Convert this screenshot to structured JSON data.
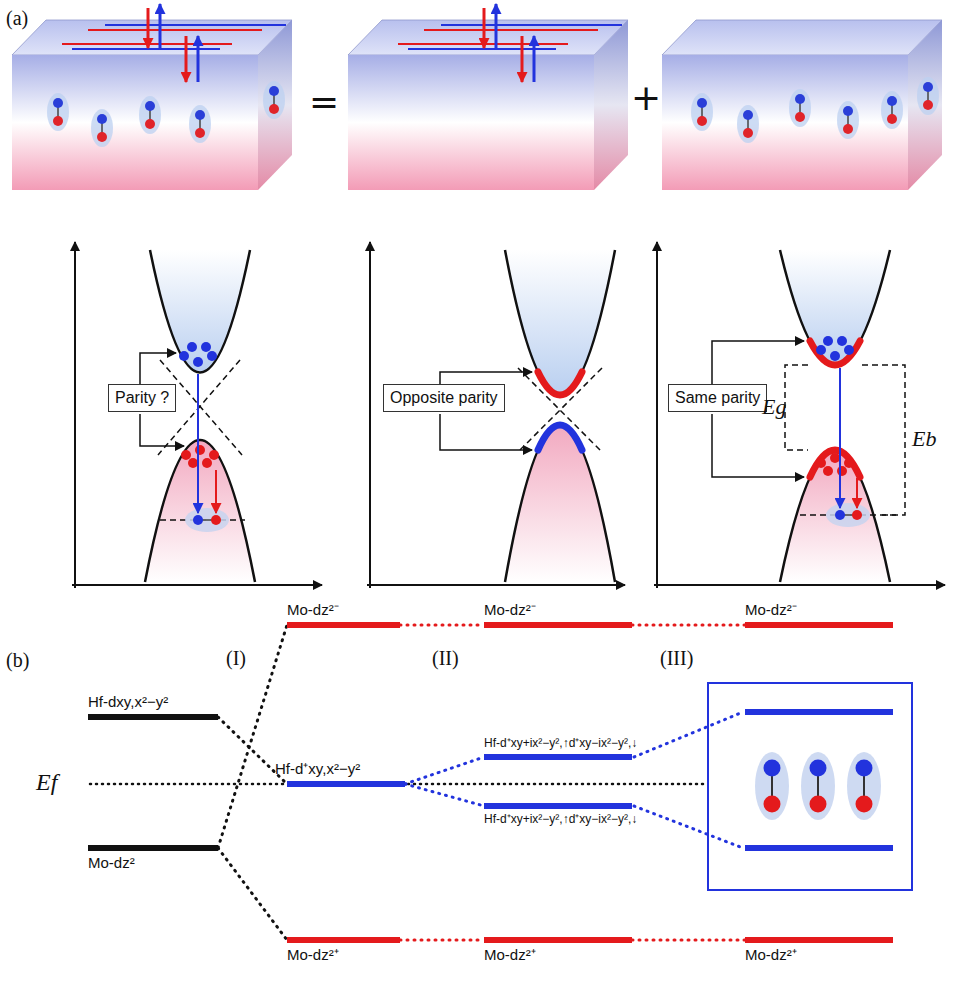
{
  "diagram": {
    "nodes": [
      {
        "text": [
          "Parity ?"
        ]
      },
      {
        "text": [
          "Opposite parity"
        ]
      },
      {
        "text": [
          "Same parity"
        ]
      },
      {
        "text": [
          "Hf-dxy,x²−y²"
        ]
      },
      {
        "text": [
          "Mo-dz²"
        ]
      },
      {
        "text": [
          "Mo-dz²⁻"
        ]
      },
      {
        "text": [
          "Hf-d⁺xy,x²−y²"
        ]
      },
      {
        "text": [
          "Mo-dz²⁺"
        ]
      },
      {
        "text": [
          "Mo-dz²⁻"
        ]
      },
      {
        "text": [
          "Hf-d⁺xy+ix²−y²,↑d⁺xy−ix²−y²,↓"
        ]
      },
      {
        "text": [
          "Hf-d⁺xy+ix²−y²,↑d⁺xy−ix²−y²,↓"
        ]
      },
      {
        "text": [
          "Mo-dz²⁺"
        ]
      },
      {
        "text": [
          "Mo-dz²⁻"
        ]
      },
      {
        "text": [
          "Mo-dz²⁺"
        ]
      }
    ],
    "edges": [
      {
        "from": 3,
        "to": 6,
        "arrow": "none"
      },
      {
        "from": 4,
        "to": 5,
        "arrow": "none"
      },
      {
        "from": 4,
        "to": 7,
        "arrow": "none"
      },
      {
        "from": 5,
        "to": 8,
        "arrow": "none"
      },
      {
        "from": 6,
        "to": 9,
        "arrow": "none"
      },
      {
        "from": 6,
        "to": 10,
        "arrow": "none"
      },
      {
        "from": 7,
        "to": 11,
        "arrow": "none"
      },
      {
        "from": 8,
        "to": 12,
        "arrow": "none"
      },
      {
        "from": 11,
        "to": 13,
        "arrow": "none"
      }
    ],
    "labels": [
      "(a)",
      "=",
      "+",
      "Eg",
      "Eb",
      "(b)",
      "(I)",
      "(II)",
      "(III)",
      "Ef"
    ]
  }
}
